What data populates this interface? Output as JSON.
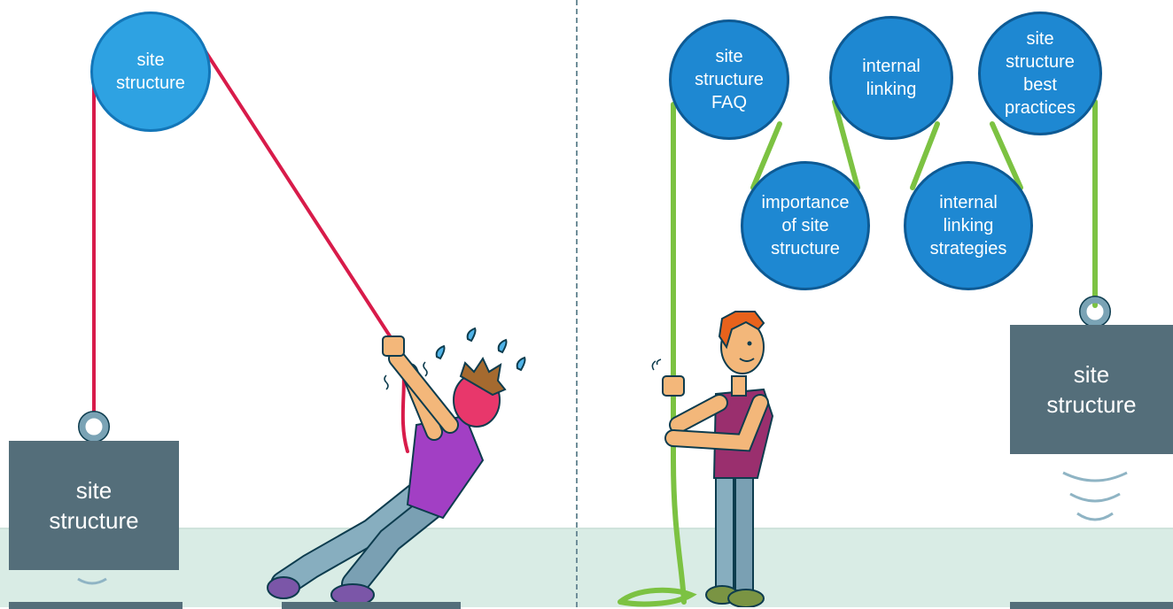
{
  "left_panel": {
    "pulley_label": "site\nstructure",
    "weight_label": "site\nstructure"
  },
  "right_panel": {
    "pulleys": [
      {
        "label": "site\nstructure\nFAQ"
      },
      {
        "label": "importance\nof site\nstructure"
      },
      {
        "label": "internal\nlinking"
      },
      {
        "label": "internal\nlinking\nstrategies"
      },
      {
        "label": "site\nstructure\nbest\npractices"
      }
    ],
    "weight_label": "site\nstructure"
  },
  "colors": {
    "pulley_fill": "#1e88d2",
    "weight_fill": "#546e7a",
    "rope_strained": "#d81b4a",
    "rope_easy": "#7cc242",
    "floor": "#d9ece5"
  }
}
